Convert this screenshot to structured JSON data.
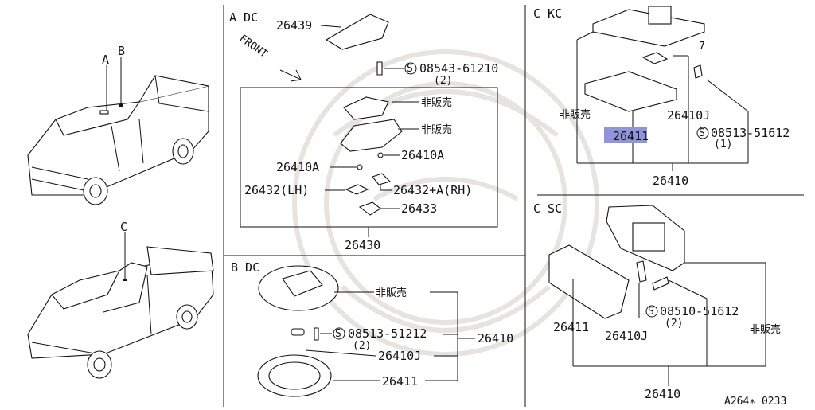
{
  "diagram_code": "A264∗ 0233",
  "left_panel": {
    "labels": [
      "A",
      "B",
      "C"
    ]
  },
  "section_a": {
    "title": "A  DC",
    "front_label": "FRONT",
    "parts": {
      "p26439": "26439",
      "screw": "08543-61210",
      "screw_qty": "(2)",
      "nsp1": "非販売",
      "nsp2": "非販売",
      "p26410A_r": "26410A",
      "p26410A_l": "26410A",
      "p26432lh": "26432(LH)",
      "p26432rh": "26432+A(RH)",
      "p26433": "26433",
      "p26430": "26430"
    }
  },
  "section_b": {
    "title": "B  DC",
    "parts": {
      "nsp": "非販売",
      "screw": "08513-51212",
      "screw_qty": "(2)",
      "p26410": "26410",
      "p26410J": "26410J",
      "p26411": "26411"
    }
  },
  "section_ckc": {
    "title": "C  KC",
    "parts": {
      "nsp": "非販売",
      "p26410J": "26410J",
      "p26411": "26411",
      "screw": "08513-51612",
      "screw_qty": "(1)",
      "p26410": "26410",
      "hidden_marker": "7"
    }
  },
  "section_csc": {
    "title": "C  SC",
    "parts": {
      "screw": "08510-51612",
      "screw_qty": "(2)",
      "p26411": "26411",
      "p26410J": "26410J",
      "nsp": "非販売",
      "p26410": "26410"
    }
  },
  "colors": {
    "highlight": "#8f94dd",
    "line": "#111111",
    "watermark": "#e7e3de"
  }
}
